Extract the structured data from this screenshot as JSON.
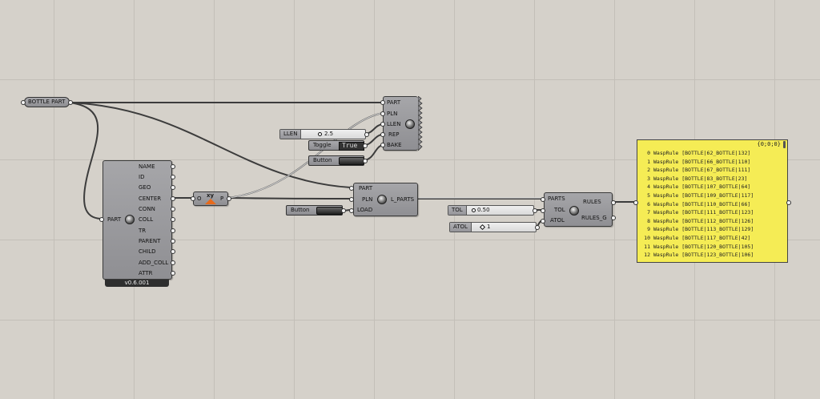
{
  "canvas": {
    "background": "#d5d1ca",
    "grid_color": "#c3bfb8"
  },
  "bottle_part": {
    "label": "BOTTLE PART"
  },
  "big_component": {
    "input": "PART",
    "outputs": [
      "NAME",
      "ID",
      "GEO",
      "CENTER",
      "CONN",
      "COLL",
      "TR",
      "PARENT",
      "CHILD",
      "ADD_COLL",
      "ATTR"
    ],
    "version": "v0.6.001"
  },
  "plane_component": {
    "input": "O",
    "output": "P",
    "icon_text": "xy"
  },
  "top_component": {
    "inputs": [
      "PART",
      "PLN",
      "LLEN",
      "REP",
      "BAKE"
    ]
  },
  "llen_slider": {
    "label": "LLEN",
    "value": "2.5"
  },
  "toggle": {
    "label": "Toggle",
    "value": "True"
  },
  "button1": {
    "label": "Button"
  },
  "button2": {
    "label": "Button"
  },
  "lparts_component": {
    "inputs": [
      "PART",
      "PLN",
      "LOAD"
    ],
    "output": "L_PARTS"
  },
  "rules_component": {
    "inputs": [
      "PARTS",
      "TOL",
      "ATOL"
    ],
    "outputs": [
      "RULES",
      "RULES_G"
    ]
  },
  "tol_slider": {
    "label": "TOL",
    "value": "0.50"
  },
  "atol_slider": {
    "label": "ATOL",
    "value": "1"
  },
  "panel": {
    "header": "{0;0;0}",
    "color": "#f5ec55",
    "rows": [
      {
        "idx": "0",
        "text": "WaspRule [BOTTLE|62_BOTTLE|132]"
      },
      {
        "idx": "1",
        "text": "WaspRule [BOTTLE|66_BOTTLE|110]"
      },
      {
        "idx": "2",
        "text": "WaspRule [BOTTLE|67_BOTTLE|111]"
      },
      {
        "idx": "3",
        "text": "WaspRule [BOTTLE|83_BOTTLE|23]"
      },
      {
        "idx": "4",
        "text": "WaspRule [BOTTLE|107_BOTTLE|64]"
      },
      {
        "idx": "5",
        "text": "WaspRule [BOTTLE|109_BOTTLE|117]"
      },
      {
        "idx": "6",
        "text": "WaspRule [BOTTLE|110_BOTTLE|66]"
      },
      {
        "idx": "7",
        "text": "WaspRule [BOTTLE|111_BOTTLE|123]"
      },
      {
        "idx": "8",
        "text": "WaspRule [BOTTLE|112_BOTTLE|126]"
      },
      {
        "idx": "9",
        "text": "WaspRule [BOTTLE|113_BOTTLE|129]"
      },
      {
        "idx": "10",
        "text": "WaspRule [BOTTLE|117_BOTTLE|42]"
      },
      {
        "idx": "11",
        "text": "WaspRule [BOTTLE|120_BOTTLE|105]"
      },
      {
        "idx": "12",
        "text": "WaspRule [BOTTLE|123_BOTTLE|106]"
      }
    ]
  }
}
